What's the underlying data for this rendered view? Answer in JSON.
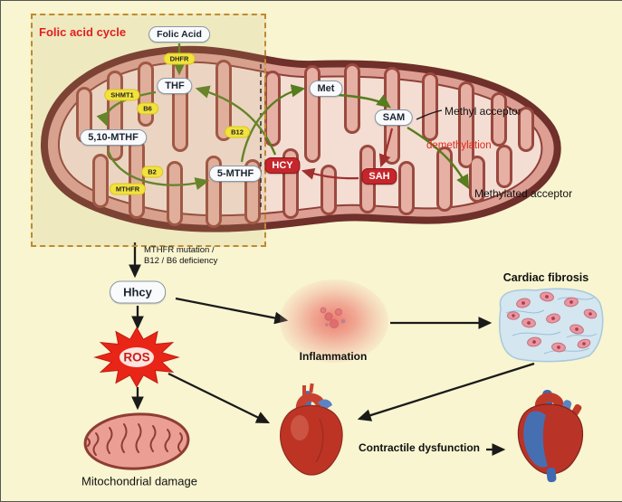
{
  "colors": {
    "background": "#f8f5d0",
    "accent_red": "#e01f1f",
    "green_arrow": "#567d1e",
    "red_arrow": "#a12f2f",
    "yellow_pill": "#f2e23e",
    "red_node": "#c5262c",
    "mitochondrion_membrane": "#dd9f93"
  },
  "folate_cycle": {
    "title": "Folic acid cycle",
    "nodes": {
      "folic_acid": "Folic Acid",
      "dhfr": "DHFR",
      "thf": "THF",
      "shmt1": "SHMT1",
      "b6": "B6",
      "five_ten_mthf": "5,10-MTHF",
      "b2": "B2",
      "mthfr": "MTHFR",
      "five_mthf": "5-MTHF",
      "b12": "B12"
    }
  },
  "methionine_cycle": {
    "nodes": {
      "met": "Met",
      "sam": "SAM",
      "hcy": "HCY",
      "sah": "SAH"
    },
    "labels": {
      "methyl_acceptor": "Methyl acceptor",
      "demethylation": "demethylation",
      "methylated_acceptor": "Methylated acceptor"
    }
  },
  "downstream": {
    "cause_note_line1": "MTHFR mutation /",
    "cause_note_line2": "B12 / B6 deficiency",
    "hhcy": "Hhcy",
    "ros": "ROS",
    "mitochondrial_damage": "Mitochondrial damage",
    "inflammation": "Inflammation",
    "cardiac_fibrosis": "Cardiac fibrosis",
    "contractile_dysfunction": "Contractile dysfunction"
  }
}
